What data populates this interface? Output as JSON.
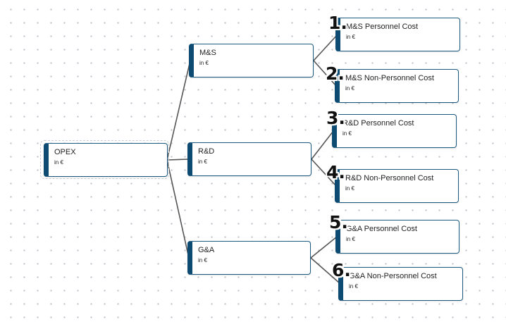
{
  "diagram": {
    "root": {
      "title": "OPEX",
      "unit": "in €"
    },
    "level1": [
      {
        "title": "M&S",
        "unit": "in €"
      },
      {
        "title": "R&D",
        "unit": "in €"
      },
      {
        "title": "G&A",
        "unit": "in €"
      }
    ],
    "level2": [
      {
        "number": "1.",
        "title": "M&S Personnel Cost",
        "unit": "in €"
      },
      {
        "number": "2.",
        "title": "M&S Non-Personnel Cost",
        "unit": "in €"
      },
      {
        "number": "3.",
        "title": "R&D Personnel Cost",
        "unit": "in €"
      },
      {
        "number": "4.",
        "title": "R&D Non-Personnel Cost",
        "unit": "in €"
      },
      {
        "number": "5.",
        "title": "G&A Personnel Cost",
        "unit": "in €"
      },
      {
        "number": "6.",
        "title": "G&A Non-Personnel Cost",
        "unit": "in €"
      }
    ]
  },
  "colors": {
    "node_border": "#1b5a80",
    "node_accent": "#0e4b73",
    "connector": "#555555"
  }
}
